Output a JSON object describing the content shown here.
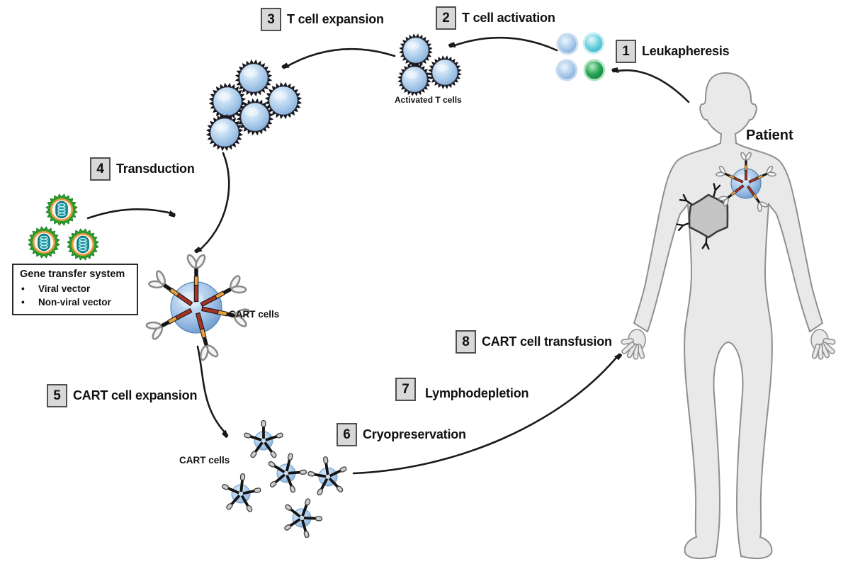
{
  "steps": [
    {
      "number": "1",
      "label": "Leukapheresis"
    },
    {
      "number": "2",
      "label": "T cell activation"
    },
    {
      "number": "3",
      "label": "T cell expansion"
    },
    {
      "number": "4",
      "label": "Transduction"
    },
    {
      "number": "5",
      "label": "CART cell expansion"
    },
    {
      "number": "6",
      "label": "Cryopreservation"
    },
    {
      "number": "7",
      "label": "Lymphodepletion"
    },
    {
      "number": "8",
      "label": "CART cell transfusion"
    }
  ],
  "labels": {
    "patient": "Patient",
    "activated_t_cells": "Activated T cells",
    "cart_cells_main": "CART cells",
    "cart_cells_expanded": "CART cells"
  },
  "gene_transfer": {
    "title": "Gene transfer system",
    "bullet": "•",
    "items": [
      "Viral vector",
      "Non-viral vector"
    ]
  },
  "flow": [
    {
      "step": "1",
      "from": "patient",
      "to": "blood-cells",
      "label": "Leukapheresis"
    },
    {
      "step": "2",
      "from": "blood-cells",
      "to": "activated-t-cells",
      "label": "T cell activation"
    },
    {
      "step": "3",
      "from": "activated-t-cells",
      "to": "expanded-t-cells",
      "label": "T cell expansion"
    },
    {
      "step": "4",
      "from": "gene-transfer-system",
      "to": "cart-cell",
      "label": "Transduction"
    },
    {
      "step": "5",
      "from": "cart-cell",
      "to": "expanded-cart-cells",
      "label": "CART cell expansion"
    },
    {
      "step": "6-8",
      "from": "expanded-cart-cells",
      "to": "patient",
      "label": "Cryopreservation, Lymphodepletion, CART cell transfusion"
    }
  ],
  "colors": {
    "background": "#ffffff",
    "arrow": "#1a1a1a",
    "text": "#111111",
    "step_box_bg": "#d8d8d8",
    "step_box_border": "#4f4f4f",
    "patient_body": "#e9e9e9",
    "patient_outline": "#8f8f8f",
    "cell_blue": "#a9c9eb",
    "cell_teal": "#35b8c9",
    "cell_green": "#2aa457",
    "viral_green": "#2da02e",
    "viral_orange": "#ef9640",
    "viral_core_teal": "#1795a0",
    "receptor_red": "#a93226",
    "receptor_yellow": "#e8a13c",
    "receptor_dark": "#161616",
    "tumor_gray": "#c4c4c4"
  }
}
